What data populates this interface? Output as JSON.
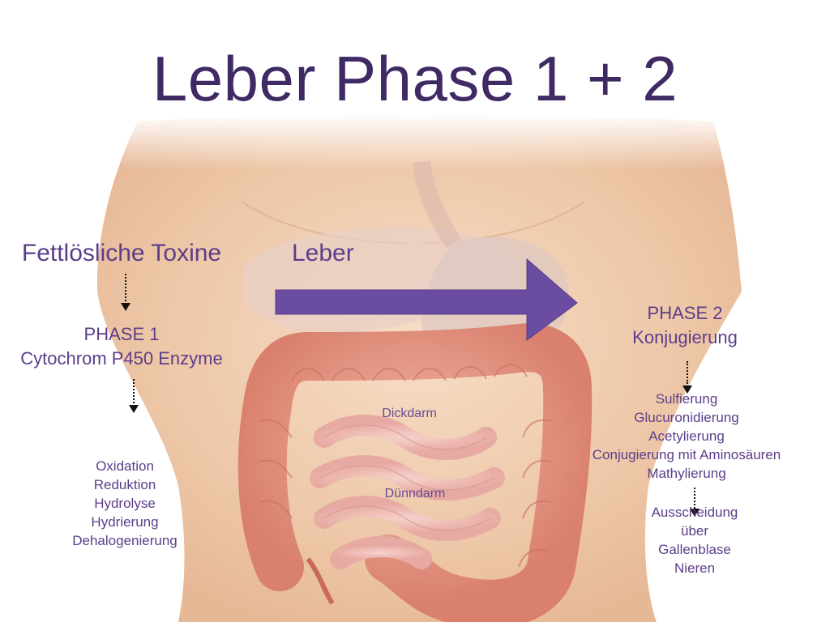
{
  "title": "Leber Phase 1 + 2",
  "left_heading": "Fettlösliche Toxine",
  "arrow_label": "Leber",
  "phase1": {
    "line1": "PHASE 1",
    "line2": "Cytochrom P450 Enzyme",
    "reactions": [
      "Oxidation",
      "Reduktion",
      "Hydrolyse",
      "Hydrierung",
      "Dehalogenierung"
    ]
  },
  "phase2": {
    "line1": "PHASE 2",
    "line2": "Konjugierung",
    "reactions": [
      "Sulfierung",
      "Glucuronidierung",
      "Acetylierung",
      "Conjugierung mit Aminosäuren",
      "Mathylierung"
    ],
    "excretion": [
      "Ausscheidung",
      "über",
      "Gallenblase",
      "Nieren"
    ]
  },
  "organs": {
    "large_intestine": "Dickdarm",
    "small_intestine": "Dünndarm"
  },
  "colors": {
    "accent": "#5b3d8a",
    "title": "#3f2a63",
    "arrow": "#6a4ca0"
  }
}
